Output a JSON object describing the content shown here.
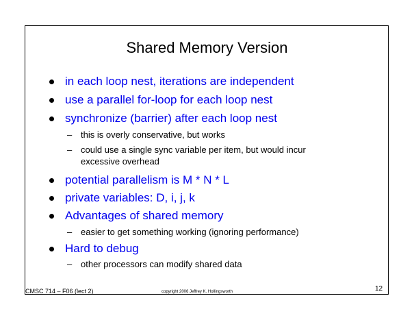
{
  "slide": {
    "title": "Shared Memory Version",
    "bullets": [
      "in each loop nest, iterations are independent",
      "use a parallel for-loop for each loop nest",
      "synchronize (barrier) after each loop nest",
      "potential parallelism is M * N * L",
      "private variables: D, i, j, k",
      "Advantages of shared memory",
      "Hard to debug"
    ],
    "sub_bullets": [
      "this is overly conservative, but works",
      "could use a single sync variable per item, but would incur",
      "excessive overhead",
      "easier to get something working (ignoring performance)",
      "other processors can modify shared data"
    ],
    "dash_glyph": "–",
    "colors": {
      "bullet_text": "#0000ee",
      "sub_text": "#000000",
      "frame": "#000000"
    }
  },
  "footer": {
    "course": "CMSC 714 – F06 (lect 2)",
    "copyright": "copyright 2006 Jeffrey K. Hollingsworth",
    "page_number": "12"
  }
}
